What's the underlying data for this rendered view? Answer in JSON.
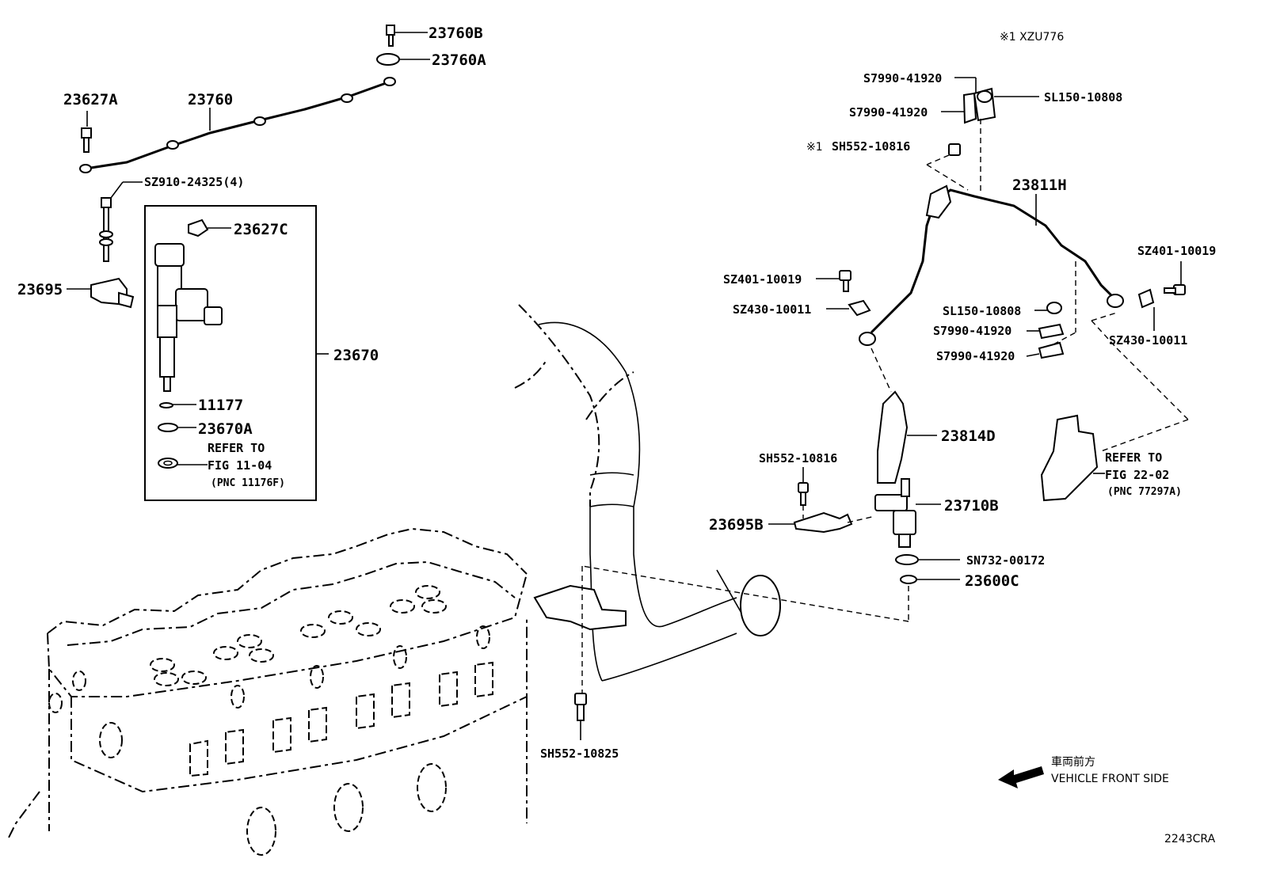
{
  "diagram_code": "2243CRA",
  "note_top_right": "※1 XZU776",
  "direction": {
    "label_jp": "車両前方",
    "label_en": "VEHICLE FRONT SIDE"
  },
  "parts": {
    "p23760B": "23760B",
    "p23760A": "23760A",
    "p23627A": "23627A",
    "p23760": "23760",
    "pSZ910": "SZ910-24325(4)",
    "p23627C": "23627C",
    "p23695": "23695",
    "p23670": "23670",
    "p11177": "11177",
    "p23670A": "23670A",
    "ref1_line1": "REFER TO",
    "ref1_line2": "FIG 11-04",
    "ref1_line3": "(PNC 11176F)",
    "pS7990a": "S7990-41920",
    "pS7990b": "S7990-41920",
    "pSL150a": "SL150-10808",
    "pSH552a_mark": "※1",
    "pSH552a": "SH552-10816",
    "p23811H": "23811H",
    "pSZ401a": "SZ401-10019",
    "pSZ430a": "SZ430-10011",
    "pSL150b": "SL150-10808",
    "pS7990c": "S7990-41920",
    "pS7990d": "S7990-41920",
    "pSZ401b": "SZ401-10019",
    "pSZ430b": "SZ430-10011",
    "p23814D": "23814D",
    "pSH552b": "SH552-10816",
    "ref2_line1": "REFER TO",
    "ref2_line2": "FIG 22-02",
    "ref2_line3": "(PNC 77297A)",
    "p23695B": "23695B",
    "p23710B": "23710B",
    "pSN732": "SN732-00172",
    "p23600C": "23600C",
    "pSH552c": "SH552-10825"
  }
}
